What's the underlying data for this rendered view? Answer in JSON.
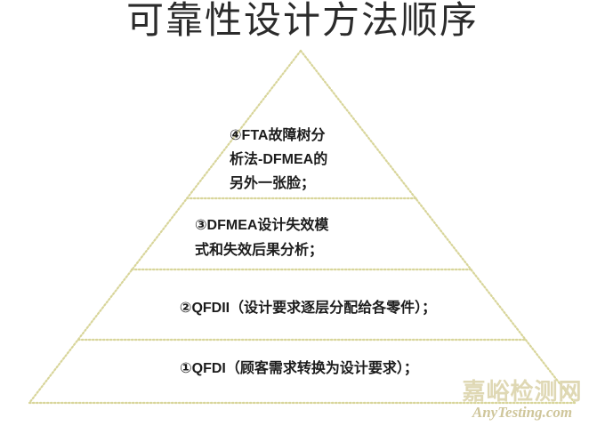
{
  "title": "可靠性设计方法顺序",
  "pyramid": {
    "accent_color": "#d8d59a",
    "fill_color": "#ffffff",
    "levels": [
      {
        "id": "level-4",
        "index": "4",
        "marker": "④",
        "text": "④FTA故障树分\n析法-DFMEA的\n另外一张脸；"
      },
      {
        "id": "level-3",
        "index": "3",
        "marker": "③",
        "text": "③DFMEA设计失效模\n式和失效后果分析；"
      },
      {
        "id": "level-2",
        "index": "2",
        "marker": "②",
        "text": "②QFDII（设计要求逐层分配给各零件）；"
      },
      {
        "id": "level-1",
        "index": "1",
        "marker": "①",
        "text": "①QFDI（顾客需求转换为设计要求）；"
      }
    ]
  },
  "watermark": {
    "chinese": "嘉峪检测网",
    "english": "AnyTesting.com",
    "color": "#dfd8b4"
  }
}
